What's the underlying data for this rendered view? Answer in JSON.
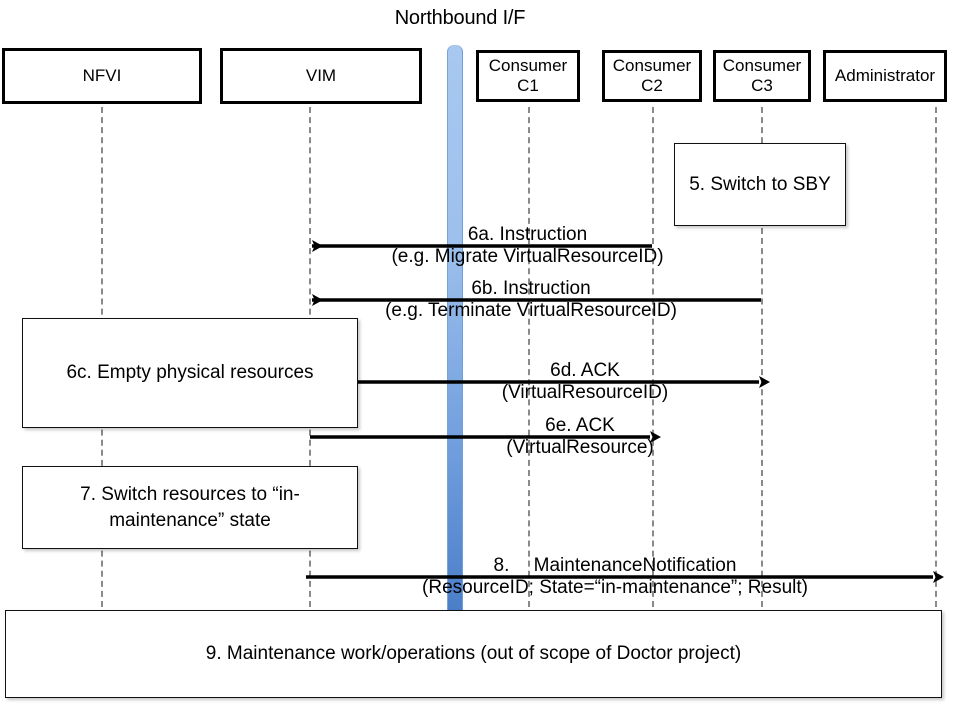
{
  "diagram": {
    "title": "Northbound I/F",
    "type": "sequence-diagram"
  },
  "actors": [
    {
      "id": "nfvi",
      "label": "NFVI",
      "label2": ""
    },
    {
      "id": "vim",
      "label": "VIM",
      "label2": ""
    },
    {
      "id": "c1",
      "label": "Consumer",
      "label2": "C1"
    },
    {
      "id": "c2",
      "label": "Consumer",
      "label2": "C2"
    },
    {
      "id": "c3",
      "label": "Consumer",
      "label2": "C3"
    },
    {
      "id": "admin",
      "label": "Administrator",
      "label2": ""
    }
  ],
  "notes": [
    {
      "id": "step5",
      "line1": "5. Switch to",
      "line2": "SBY"
    },
    {
      "id": "step6c",
      "line1": "6c. Empty physical resources",
      "line2": ""
    },
    {
      "id": "step7",
      "line1": "7. Switch resources to",
      "line2": "“in-maintenance” state"
    },
    {
      "id": "step9",
      "line1": "9. Maintenance work/operations",
      "line2": "(out of scope of Doctor project)"
    }
  ],
  "messages": [
    {
      "id": "6a",
      "line1": "6a. Instruction",
      "line2": "(e.g. Migrate VirtualResourceID)",
      "from": "c2",
      "to": "vim",
      "direction": "right-to-left"
    },
    {
      "id": "6b",
      "line1": "6b. Instruction",
      "line2": "(e.g. Terminate VirtualResourceID)",
      "from": "c3",
      "to": "vim",
      "direction": "right-to-left"
    },
    {
      "id": "6d",
      "line1": "6d. ACK",
      "line2": "(VirtualResourceID)",
      "from": "vim",
      "to": "c3",
      "direction": "left-to-right"
    },
    {
      "id": "6e",
      "line1": "6e. ACK",
      "line2": "(VirtualResource)",
      "from": "vim",
      "to": "c2",
      "direction": "left-to-right"
    },
    {
      "id": "8",
      "line1": "8.  MaintenanceNotification",
      "line2": "(ResourceID; State=“in-maintenance”; Result)",
      "from": "vim",
      "to": "admin",
      "direction": "left-to-right"
    }
  ],
  "colors": {
    "northbound_bar_top": "#a8c8ef",
    "northbound_bar_bottom": "#4a7ec8",
    "lifeline": "#8a8a8a",
    "actor_border": "#000000",
    "arrow": "#000000",
    "background": "#ffffff"
  }
}
